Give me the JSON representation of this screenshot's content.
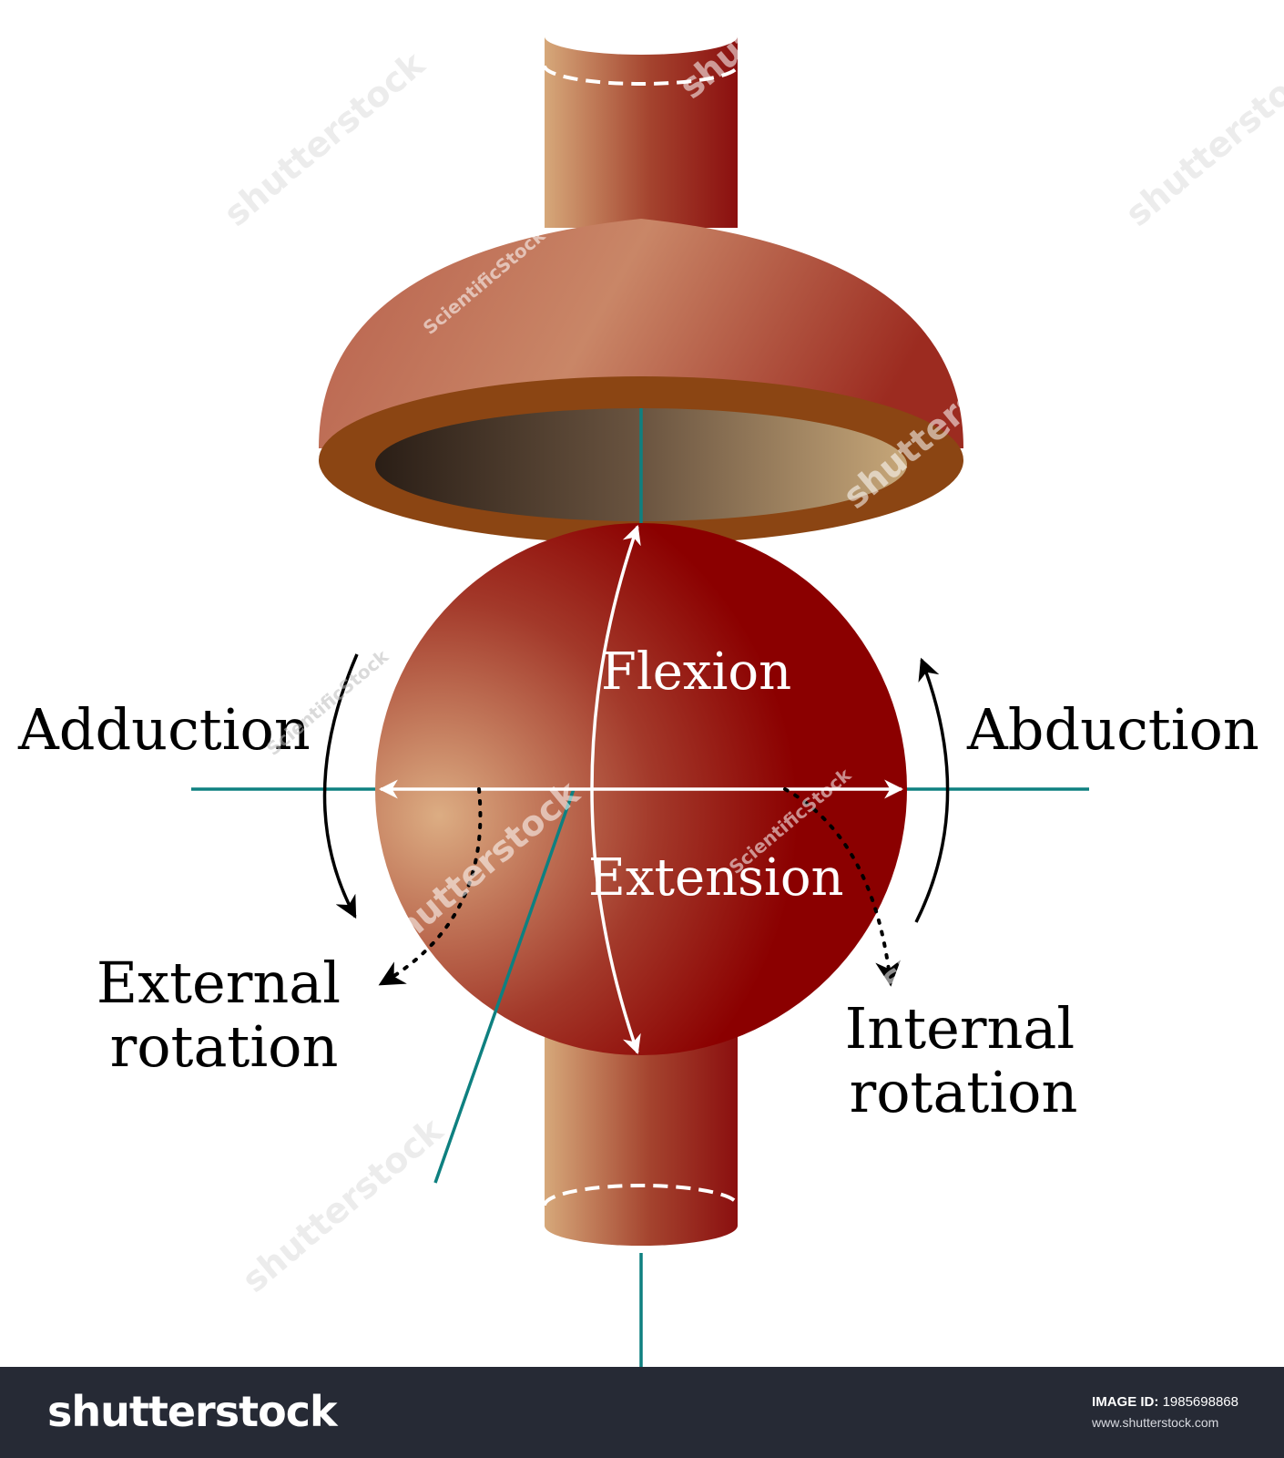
{
  "labels": {
    "flexion": "Flexion",
    "extension": "Extension",
    "adduction": "Adduction",
    "abduction": "Abduction",
    "external_rotation": [
      "External",
      "rotation"
    ],
    "internal_rotation": [
      "Internal",
      "rotation"
    ]
  },
  "watermark": {
    "text": "shutterstock",
    "contributor": "ScientificStock"
  },
  "footer": {
    "logo": "shutterstock",
    "image_id_label": "IMAGE ID:",
    "image_id": "1985698868",
    "url": "www.shutterstock.com"
  },
  "colors": {
    "axis": "#0e8080",
    "arrow_dark": "#000000",
    "arrow_light": "#ffffff",
    "ball_dark": "#8b0000",
    "ball_light": "#d4a57c",
    "socket_rim": "#8b4513",
    "footer_bg": "#262a35"
  }
}
